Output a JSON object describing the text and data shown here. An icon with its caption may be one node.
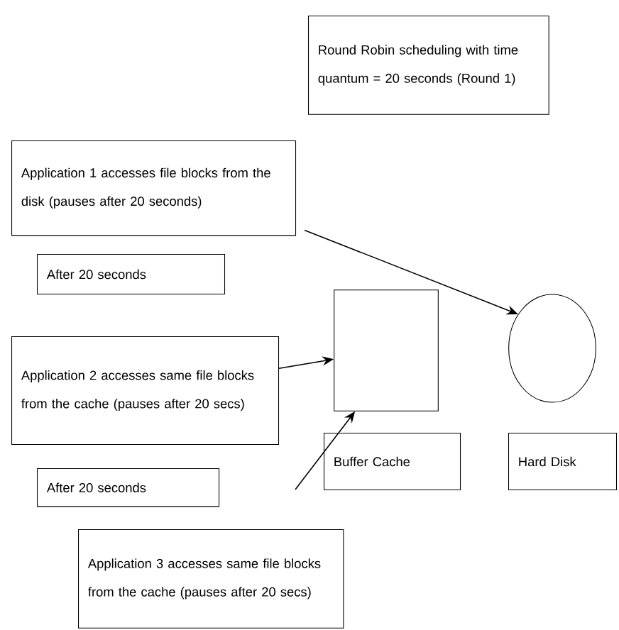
{
  "diagram": {
    "nodes": [
      {
        "text": [
          "Round Robin scheduling with time quantum = 20 seconds (Round 1)"
        ]
      },
      {
        "text": [
          "Application 1 accesses file blocks from the disk (pauses after 20 seconds)"
        ]
      },
      {
        "text": [
          "After 20 seconds"
        ]
      },
      {
        "text": [
          "Application 2 accesses same file blocks from the cache (pauses after 20 secs)"
        ]
      },
      {
        "text": [
          "After 20 seconds"
        ]
      },
      {
        "text": [
          "Application 3 accesses same file blocks from the cache (pauses after 20 secs)"
        ]
      },
      {
        "text": [],
        "shape": "box"
      },
      {
        "text": [
          "Buffer Cache"
        ]
      },
      {
        "text": [],
        "shape": "circle"
      },
      {
        "text": [
          "Hard Disk"
        ]
      }
    ],
    "edges": [
      {
        "from": 1,
        "to": 8,
        "arrow": "to"
      },
      {
        "from": 3,
        "to": 6,
        "arrow": "to"
      },
      {
        "from": null,
        "to": 6,
        "arrow": "to"
      }
    ]
  }
}
